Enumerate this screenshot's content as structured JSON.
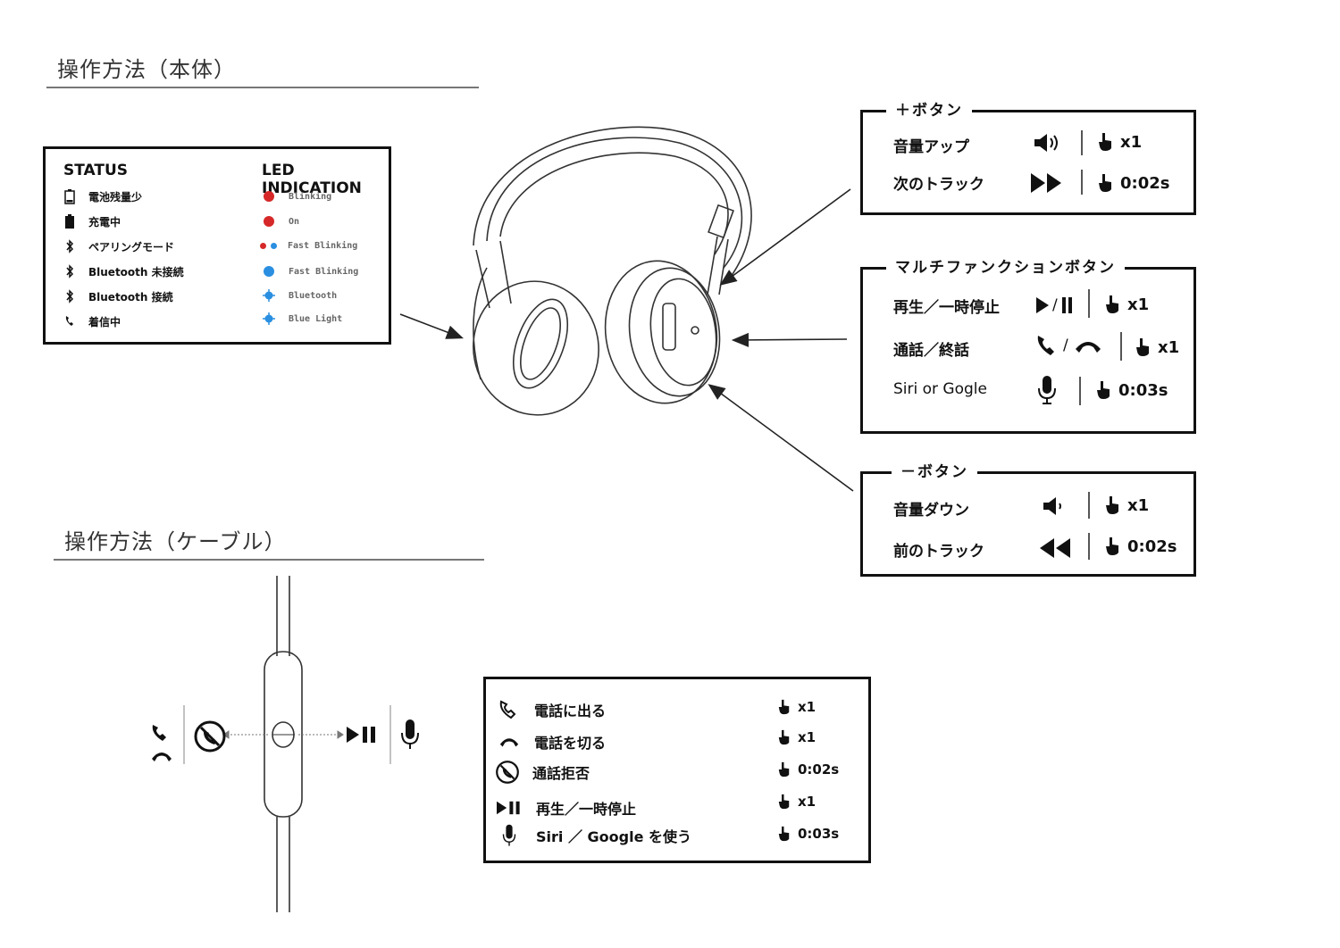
{
  "headings": {
    "body": "操作方法（本体）",
    "cable": "操作方法（ケーブル）"
  },
  "status_box": {
    "status_title": "STATUS",
    "led_title": "LED INDICATION",
    "rows": [
      {
        "status": "電池残量少",
        "led": "Blinking",
        "icon": "battery-low-icon",
        "led_color": "#d62828"
      },
      {
        "status": "充電中",
        "led": "On",
        "icon": "battery-charging-icon",
        "led_color": "#d62828"
      },
      {
        "status": "ペアリングモード",
        "led": "Fast Blinking",
        "icon": "bluetooth-icon",
        "led_color": "#d62828"
      },
      {
        "status": "Bluetooth 未接続",
        "led": "Fast Blinking",
        "icon": "bluetooth-icon",
        "led_color": "#2a8fe0"
      },
      {
        "status": "Bluetooth 接続",
        "led": "Bluetooth",
        "icon": "bluetooth-icon",
        "led_color": "#2a8fe0"
      },
      {
        "status": "着信中",
        "led": "Blue Light",
        "icon": "phone-icon",
        "led_color": "#2a8fe0"
      }
    ]
  },
  "plus_box": {
    "title": "＋ボタン",
    "rows": [
      {
        "label": "音量アップ",
        "icon": "volume-up-icon",
        "press": "x1"
      },
      {
        "label": "次のトラック",
        "icon": "next-track-icon",
        "press": "0:02s"
      }
    ]
  },
  "multi_box": {
    "title": "マルチファンクションボタン",
    "rows": [
      {
        "label": "再生／一時停止",
        "icon": "play-pause-icon",
        "sep": "/",
        "press": "x1"
      },
      {
        "label": "通話／終話",
        "icon": "phone-hangup-icon",
        "sep": "/",
        "press": "x1"
      },
      {
        "label": "Siri or Gogle",
        "icon": "microphone-icon",
        "sep": "",
        "press": "0:03s"
      }
    ]
  },
  "minus_box": {
    "title": "－ボタン",
    "rows": [
      {
        "label": "音量ダウン",
        "icon": "volume-down-icon",
        "press": "x1"
      },
      {
        "label": "前のトラック",
        "icon": "previous-track-icon",
        "press": "0:02s"
      }
    ]
  },
  "cable_box": {
    "rows": [
      {
        "label": "電話に出る",
        "icon": "answer-call-icon",
        "press": "x1"
      },
      {
        "label": "電話を切る",
        "icon": "hangup-icon",
        "press": "x1"
      },
      {
        "label": "通話拒否",
        "icon": "reject-call-icon",
        "press": "0:02s"
      },
      {
        "label": "再生／一時停止",
        "icon": "play-pause-icon",
        "press": "x1"
      },
      {
        "label": "Siri ／ Google を使う",
        "icon": "microphone-icon",
        "press": "0:03s"
      }
    ]
  },
  "colors": {
    "red_led": "#d62828",
    "blue_led": "#2a8fe0",
    "ink": "#111111"
  }
}
